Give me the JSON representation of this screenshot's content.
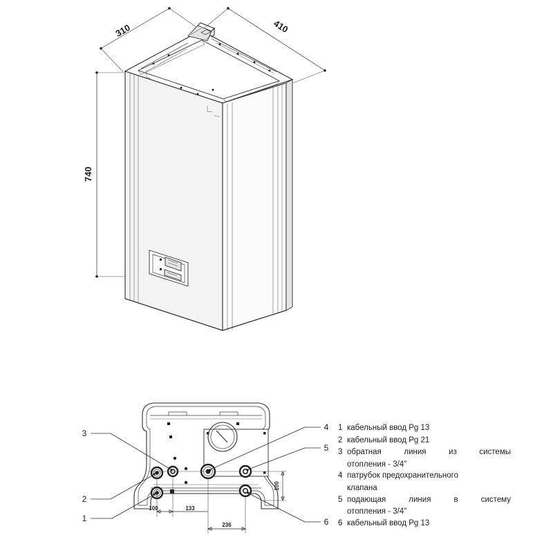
{
  "drawing": {
    "title": "",
    "views": [
      {
        "name": "isometric-view",
        "label": ""
      },
      {
        "name": "bottom-view",
        "label": ""
      }
    ]
  },
  "dimensions": {
    "iso": {
      "depth": "310",
      "width": "410",
      "height": "740"
    },
    "bottom": {
      "d1": "100",
      "d2": "133",
      "d_total": "236",
      "d_vertical": "100"
    }
  },
  "callouts": {
    "left": [
      {
        "id": "callout-3",
        "label": "3"
      },
      {
        "id": "callout-2",
        "label": "2"
      },
      {
        "id": "callout-1",
        "label": "1"
      }
    ],
    "right": [
      {
        "id": "callout-4",
        "label": "4"
      },
      {
        "id": "callout-5",
        "label": "5"
      },
      {
        "id": "callout-6",
        "label": "6"
      }
    ]
  },
  "legend": {
    "items": [
      {
        "num": "1",
        "text": "кабельный ввод Pg 13",
        "cont": ""
      },
      {
        "num": "2",
        "text": "кабельный ввод Pg 21",
        "cont": ""
      },
      {
        "num": "3",
        "text": "обратная линия из системы",
        "cont": "отопления - 3/4\""
      },
      {
        "num": "4",
        "text": "патрубок предохранительного",
        "cont": "клапана"
      },
      {
        "num": "5",
        "text": "подающая линия в систему",
        "cont": "отопления - 3/4\""
      },
      {
        "num": "6",
        "text": "кабельный ввод Pg 13",
        "cont": ""
      }
    ]
  },
  "colors": {
    "background": "#ffffff",
    "line": "#2b2b2b",
    "text": "#1c1c1c",
    "shade": "#e4e4e4"
  }
}
